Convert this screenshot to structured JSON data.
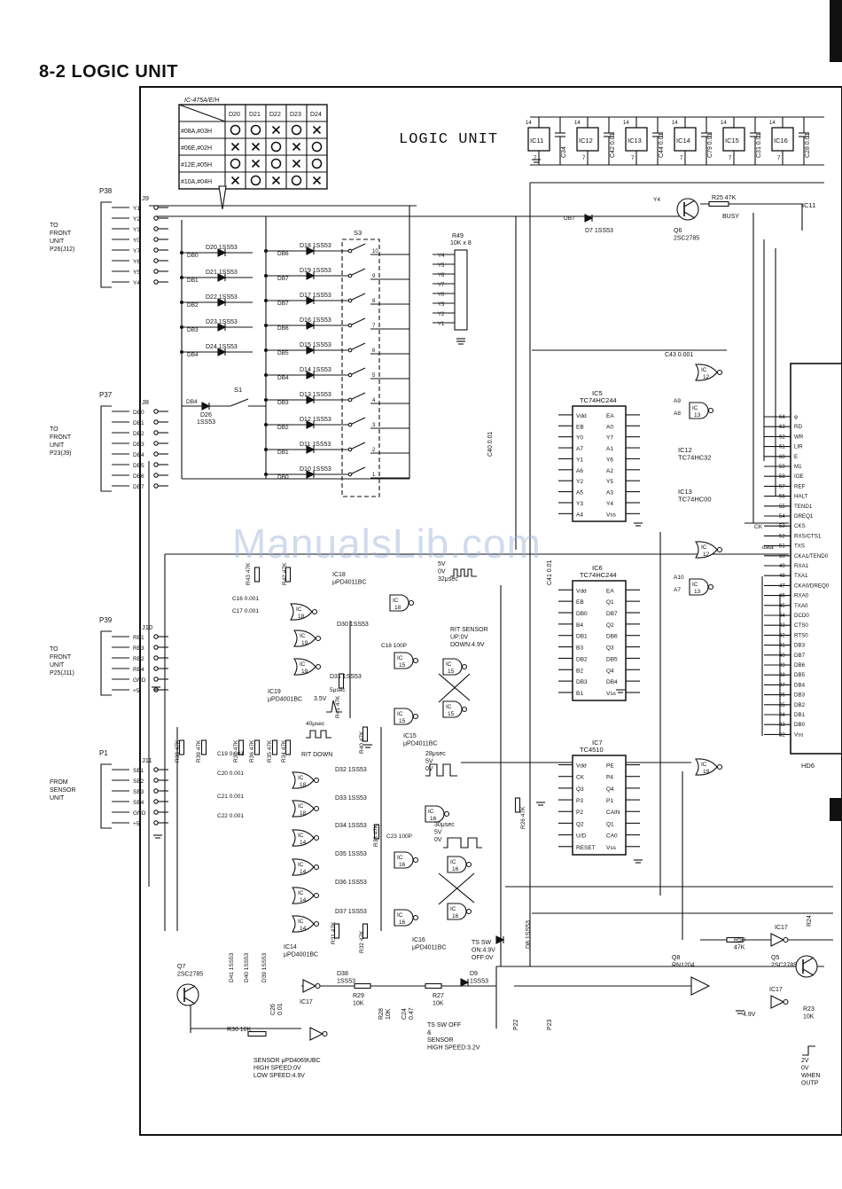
{
  "page": {
    "heading": "8-2 LOGIC UNIT",
    "diagram_title": "LOGIC UNIT",
    "watermark": "ManualsLib.com"
  },
  "table": {
    "title": "IC-475A/E/H",
    "columns": [
      "D20",
      "D21",
      "D22",
      "D23",
      "D24"
    ],
    "rows": [
      {
        "label": "#08A,#03H",
        "marks": [
          "O",
          "O",
          "X",
          "O",
          "X"
        ]
      },
      {
        "label": "#06E,#02H",
        "marks": [
          "X",
          "X",
          "O",
          "X",
          "O"
        ]
      },
      {
        "label": "#12E,#05H",
        "marks": [
          "O",
          "X",
          "O",
          "X",
          "O"
        ]
      },
      {
        "label": "#10A,#04H",
        "marks": [
          "X",
          "O",
          "X",
          "O",
          "X"
        ]
      }
    ]
  },
  "connectors": [
    {
      "id": "P38",
      "jack": "J9",
      "desc": [
        "TO",
        "FRONT",
        "UNIT",
        "P26(J12)"
      ],
      "pins": [
        "Y1",
        "Y2",
        "Y3",
        "Y0",
        "Y7",
        "Y6",
        "Y5",
        "Y4"
      ]
    },
    {
      "id": "P37",
      "jack": "J8",
      "desc": [
        "TO",
        "FRONT",
        "UNIT",
        "P23(J9)"
      ],
      "pins": [
        "DB0",
        "DB1",
        "DB2",
        "DB3",
        "DB4",
        "DB5",
        "DB6",
        "DB7"
      ]
    },
    {
      "id": "P39",
      "jack": "J10",
      "desc": [
        "TO",
        "FRONT",
        "UNIT",
        "P25(J11)"
      ],
      "pins": [
        "RE1",
        "RE3",
        "RE2",
        "RE4",
        "GND",
        "+5"
      ]
    },
    {
      "id": "P1",
      "jack": "J11",
      "desc": [
        "FROM",
        "SENSOR",
        "UNIT"
      ],
      "pins": [
        "SE1",
        "SE2",
        "SE3",
        "SE4",
        "GND",
        "+5"
      ]
    }
  ],
  "top_ics": [
    {
      "name": "IC11",
      "cap": "C34"
    },
    {
      "name": "IC12",
      "cap": "C42 0.01"
    },
    {
      "name": "IC13",
      "cap": "C44 0.01"
    },
    {
      "name": "IC14",
      "cap": "C79 0.01"
    },
    {
      "name": "IC15",
      "cap": "C31 0.01"
    },
    {
      "name": "IC16",
      "cap": "C28 0.01"
    }
  ],
  "diodes_upper": [
    {
      "name": "D20 1SS53",
      "net": "DB0"
    },
    {
      "name": "D21 1SS53",
      "net": "DB1"
    },
    {
      "name": "D22 1SS53",
      "net": "DB2"
    },
    {
      "name": "D23 1SS53",
      "net": "DB3"
    },
    {
      "name": "D24 1SS53",
      "net": "DB4"
    }
  ],
  "switch_bank": {
    "name": "S3",
    "rows": [
      {
        "net": "DB6",
        "diode": "D18 1SS53",
        "pin": "10"
      },
      {
        "net": "DB7",
        "diode": "D19 1SS53",
        "pin": "9"
      },
      {
        "net": "DB7",
        "diode": "D17 1SS53",
        "pin": "8"
      },
      {
        "net": "DB6",
        "diode": "D16 1SS53",
        "pin": "7"
      },
      {
        "net": "DB5",
        "diode": "D15 1SS53",
        "pin": "6"
      },
      {
        "net": "DB4",
        "diode": "D14 1SS53",
        "pin": "5"
      },
      {
        "net": "DB3",
        "diode": "D13 1SS53",
        "pin": "4"
      },
      {
        "net": "DB2",
        "diode": "D12 1SS53",
        "pin": "3"
      },
      {
        "net": "DB1",
        "diode": "D11 1SS53",
        "pin": "2"
      },
      {
        "net": "DB0",
        "diode": "D10 1SS53",
        "pin": "1"
      }
    ]
  },
  "misc_labels": {
    "d26": [
      "DB4",
      "D26",
      "1SS53"
    ],
    "s1": "S1",
    "r49": [
      "R49",
      "10K x 8"
    ],
    "r49_pins": [
      "Y4",
      "Y5",
      "Y6",
      "Y7",
      "Y0",
      "Y3",
      "Y2",
      "Y1"
    ],
    "q6": [
      "Q6",
      "2SC2785"
    ],
    "r25": "R25 47K",
    "busy": "BUSY",
    "d7": "D7 1SS53",
    "db7": "DB7",
    "y4": "Y4",
    "ic11_right": "IC11",
    "c43": "C43 0.001",
    "c40": "C40 0.01",
    "c41": "C41 0.01",
    "ic12_text": [
      "IC12",
      "TC74HC32"
    ],
    "ic13_text": [
      "IC13",
      "TC74HC00"
    ],
    "ic18_title": [
      "IC18",
      "μPD4011BC"
    ],
    "ic19_title": [
      "IC19",
      "μPD4001BC"
    ],
    "ic15_title": [
      "IC15",
      "μPD4011BC"
    ],
    "ic14_title": [
      "IC14",
      "μPD4001BC"
    ],
    "ic16_title": [
      "IC16",
      "μPD4011BC"
    ],
    "ic17_title": [
      "IC17",
      "SENSOR μPD4069UBC",
      "HIGH SPEED:0V",
      "LOW SPEED:4.9V"
    ],
    "rit_sensor": [
      "RIT SENSOR",
      "UP:0V",
      "DOWN:4.9V"
    ],
    "rit_down": "RIT DOWN",
    "pulse_5v": [
      "5V",
      "0V",
      "32μsec"
    ],
    "pulse_40": "40μsec",
    "pulse_28": [
      "28μsec",
      "5V",
      "0V"
    ],
    "pulse_30": [
      "30μsec",
      "5V",
      "0V"
    ],
    "ts_sw": [
      "TS SW",
      "ON:4.9V",
      "OFF:0V"
    ],
    "ts_sw_off": [
      "TS SW OFF",
      "&",
      "SENSOR",
      "HIGH SPEED:3.2V"
    ],
    "q7": [
      "Q7",
      "2SC2785"
    ],
    "q8": [
      "Q8",
      "RN1204"
    ],
    "q5": [
      "Q5",
      "2SC2785"
    ],
    "r30": "R30 10K",
    "r29": [
      "R29",
      "10K"
    ],
    "r27": [
      "R27",
      "10K"
    ],
    "r28": [
      "R28",
      "10K"
    ],
    "r50": [
      "R50",
      "47K"
    ],
    "c24": [
      "C24",
      "0.47"
    ],
    "c26": [
      "C26",
      "0.01"
    ],
    "d8": "D8 1SS53",
    "d9": [
      "D9",
      "1SS53"
    ],
    "d38": [
      "D38",
      "1SS53"
    ],
    "v49": "4.9V",
    "p22": "P22",
    "p23": "P23",
    "hd6": "HD6",
    "cpu_pins": [
      "φ",
      "RD",
      "WR",
      "LIR",
      "E",
      "M1",
      "IOE",
      "REF",
      "HALT",
      "TEND1",
      "DREQ1",
      "CKS",
      "RXS/CTS1",
      "TXS",
      "CKA1/TEND0",
      "RXA1",
      "TXA1",
      "CKA0/DREQ0",
      "RXA0",
      "TXA0",
      "DCD0",
      "CTS0",
      "RTS0",
      "DB3",
      "DB7",
      "DB6",
      "DB5",
      "DB4",
      "DB3",
      "DB2",
      "DB1",
      "DB0",
      "Vss"
    ],
    "cpu_nums": [
      "64",
      "63",
      "62",
      "61",
      "60",
      "59",
      "58",
      "57",
      "56",
      "55",
      "54",
      "53",
      "52",
      "51",
      "50",
      "49",
      "48",
      "47",
      "46",
      "45",
      "44",
      "43",
      "42",
      "41",
      "40",
      "39",
      "38",
      "37",
      "36",
      "35",
      "34",
      "33",
      "32"
    ],
    "ic5": [
      "IC5",
      "TC74HC244"
    ],
    "ic6": [
      "IC6",
      "TC74HC244"
    ],
    "ic7": [
      "IC7",
      "TC4510"
    ],
    "ic5_left": [
      "Vdd",
      "EB",
      "Y0",
      "A7",
      "Y1",
      "A6",
      "Y2",
      "A5",
      "Y3",
      "A4"
    ],
    "ic5_right": [
      "EA",
      "A0",
      "Y7",
      "A1",
      "Y6",
      "A2",
      "Y5",
      "A3",
      "Y4",
      "Vss"
    ],
    "ic6_left": [
      "Vdd",
      "EB",
      "DB0",
      "B4",
      "DB1",
      "B3",
      "DB2",
      "B2",
      "DB3",
      "B1"
    ],
    "ic6_right": [
      "EA",
      "Q1",
      "DB7",
      "Q2",
      "DB6",
      "Q3",
      "DB5",
      "Q4",
      "DB4",
      "Vss"
    ],
    "ic7_left": [
      "Vdd",
      "CK",
      "Q3",
      "P3",
      "P2",
      "Q2",
      "U/D",
      "RESET"
    ],
    "ic7_right": [
      "PE",
      "P4",
      "Q4",
      "P1",
      "CAIN",
      "Q1",
      "CA0",
      "Vss"
    ],
    "rc_labels": [
      "C16 0.001",
      "C17 0.001",
      "C18 100P",
      "C19 0.001",
      "C20 0.001",
      "C21 0.001",
      "C22 0.001",
      "C23 100P",
      "R43 47K",
      "R42 47K",
      "R38 47K",
      "R39 47K",
      "R37 47K",
      "R36 47K",
      "R35 47K",
      "R34 47K",
      "R41 47K",
      "R40 47K",
      "R31 47K",
      "R32 47K",
      "R33 47K",
      "R26 47K"
    ],
    "d30": "D30 1SS53",
    "d31": "D31 1SS53",
    "d32": "D32 1SS53",
    "d33": "D33 1SS53",
    "d34": "D34 1SS53",
    "d35": "D35 1SS53",
    "d36": "D36 1SS53",
    "d37": "D37 1SS53",
    "d39": "D39 1SS53",
    "d40": "D40 1SS53",
    "d41": "D41 1SS53",
    "v35": "3.5V",
    "v5usec": "5μsec",
    "legend_right": [
      "2V",
      "0V",
      "WHEN",
      "OUTP"
    ],
    "ic17_small": [
      "IC17",
      "IC17"
    ],
    "r24": "R24",
    "r23": [
      "R23",
      "10K"
    ],
    "ck": "CK",
    "data": "data",
    "a9a8": [
      "A9",
      "A8",
      "A10",
      "A7"
    ]
  }
}
